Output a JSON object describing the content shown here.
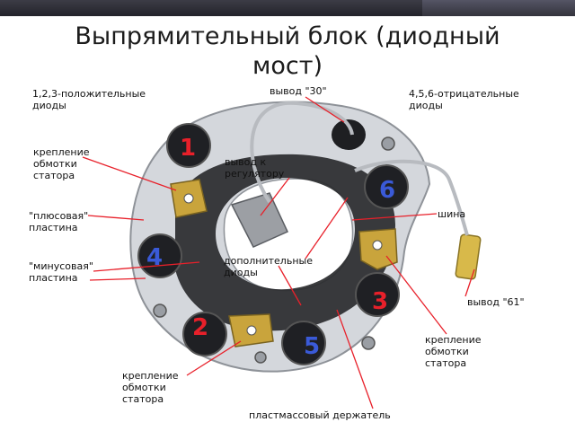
{
  "slide": {
    "title_line1": "Выпрямительный блок (диодный",
    "title_line2": "мост)"
  },
  "labels": {
    "positive_diodes_line1": "1,2,3-положительные",
    "positive_diodes_line2": "диоды",
    "terminal_30": "вывод \"30\"",
    "negative_diodes_line1": "4,5,6-отрицательные",
    "negative_diodes_line2": "диоды",
    "stator_mount_a_line1": "крепление",
    "stator_mount_a_line2": "обмотки",
    "stator_mount_a_line3": "статора",
    "regulator_line1": "вывод к",
    "regulator_line2": "регулятору",
    "plus_plate_line1": "\"плюсовая\"",
    "plus_plate_line2": "пластина",
    "bus": "шина",
    "extra_diodes_line1": "дополнительные",
    "extra_diodes_line2": "диоды",
    "minus_plate_line1": "\"минусовая\"",
    "minus_plate_line2": "пластина",
    "terminal_61": "вывод \"61\"",
    "stator_mount_b_line1": "крепление",
    "stator_mount_b_line2": "обмотки",
    "stator_mount_b_line3": "статора",
    "stator_mount_c_line1": "крепление",
    "stator_mount_c_line2": "обмотки",
    "stator_mount_c_line3": "статора",
    "plastic_holder": "пластмассовый держатель"
  },
  "diode_numbers": {
    "d1": "1",
    "d2": "2",
    "d3": "3",
    "d4": "4",
    "d5": "5",
    "d6": "6"
  },
  "colors": {
    "callout_line": "#e8202a",
    "diode_number": "#e8202a",
    "diode_number_alt": "#3a5ad8",
    "plate_metal": "#d4d7dc",
    "holder_dark": "#2a2b2e",
    "brass": "#c9a43c"
  }
}
